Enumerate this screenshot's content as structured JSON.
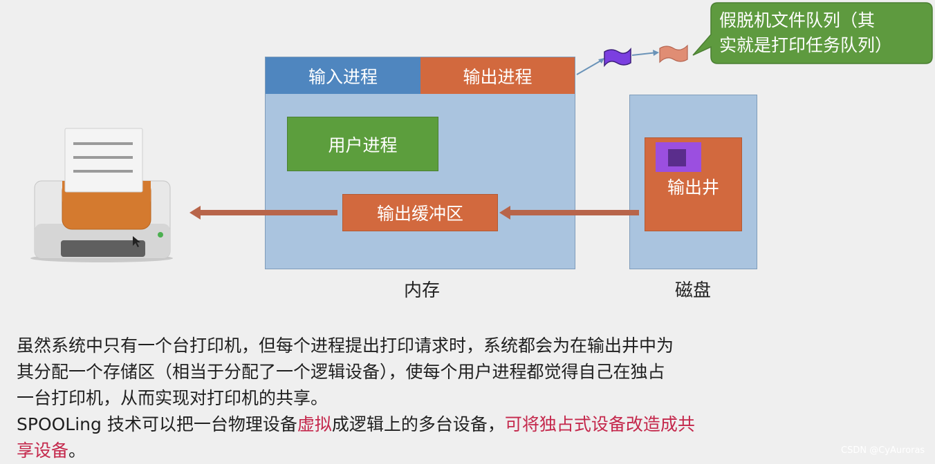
{
  "diagram": {
    "memory": {
      "input_process": "输入进程",
      "output_process": "输出进程",
      "user_process": "用户进程",
      "output_buffer": "输出缓冲区",
      "caption": "内存"
    },
    "disk": {
      "output_well": "输出井",
      "caption": "磁盘"
    },
    "callout": {
      "line1": "假脱机文件队列（其",
      "line2": "实就是打印任务队列）"
    },
    "icons": [
      "printer-icon",
      "task-flag-icon"
    ],
    "colors": {
      "orange": "#d2693e",
      "blue": "#4f86bf",
      "green": "#5c9e3d",
      "panel": "#aac4df",
      "purple": "#9b4fe0",
      "highlight": "#c4274b"
    }
  },
  "description": {
    "line1": "虽然系统中只有一个台打印机，但每个进程提出打印请求时，系统都会为在输出井中为",
    "line2": "其分配一个存储区（相当于分配了一个逻辑设备），使每个用户进程都觉得自己在独占",
    "line3": "一台打印机，从而实现对打印机的共享。",
    "line4_part1": "SPOOLing 技术可以把一台物理设备",
    "line4_highlight1": "虚拟",
    "line4_part2": "成逻辑上的多台设备，",
    "line4_highlight2": "可将独占式设备改造成共",
    "line5_highlight": "享设备",
    "line5_end": "。"
  },
  "watermark": "CSDN @CyAuroras"
}
